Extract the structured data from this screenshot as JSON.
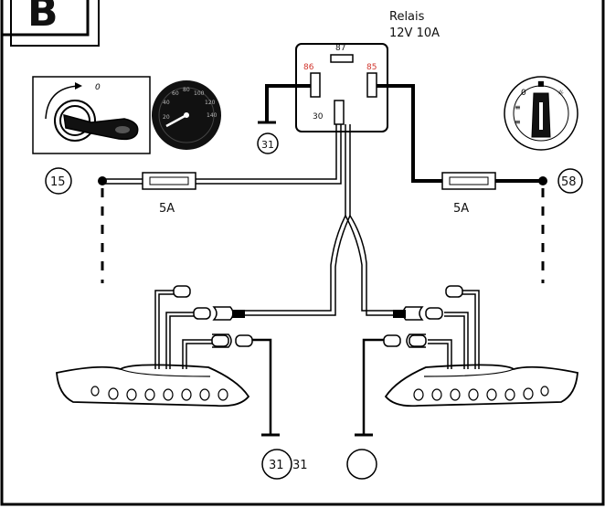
{
  "panel": {
    "letter": "B"
  },
  "relay": {
    "title": "Relais",
    "rating": "12V 10A",
    "pin_87": "87",
    "pin_86": "86",
    "pin_85": "85",
    "pin_30": "30"
  },
  "terminals": {
    "ignition": "15",
    "light_switch": "58",
    "relay_ground": "31",
    "left_ground": "31",
    "left_ground_text": "31"
  },
  "fuses": {
    "left_rating": "5A",
    "right_rating": "5A"
  },
  "colors": {
    "line": "#111111",
    "pin_label_red": "#d0342c",
    "border": "#000000"
  }
}
